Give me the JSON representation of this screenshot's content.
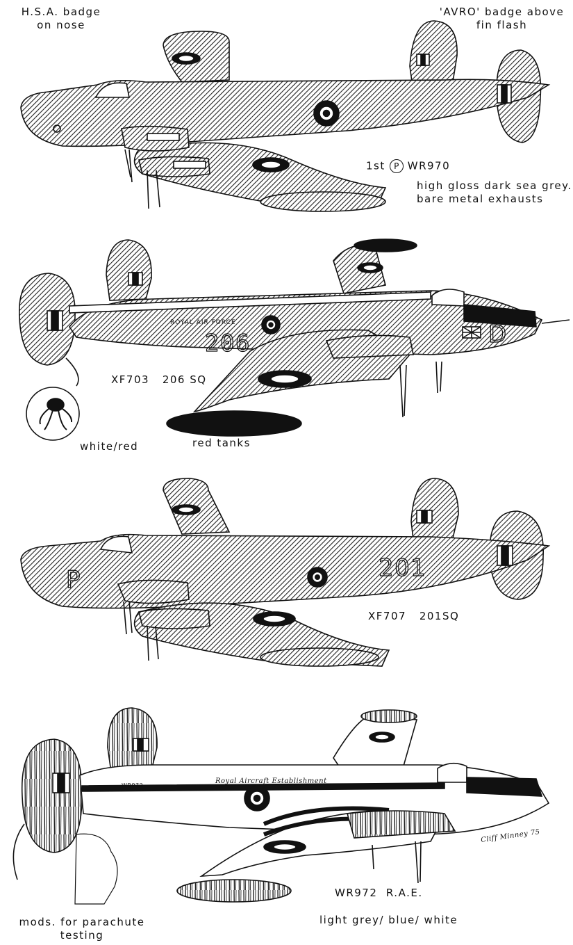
{
  "colors": {
    "ink": "#111111",
    "paper": "#ffffff",
    "hatch": "#222222"
  },
  "aircraft": [
    {
      "notes": {
        "nose": "H.S.A. badge\non nose",
        "fin": "'AVRO' badge above\nfin flash"
      },
      "ordinal": "1st",
      "badge_letter": "P",
      "serial": "WR970",
      "scheme": "high gloss dark sea grey.\nbare metal exhausts"
    },
    {
      "serial_squadron": "XF703   206 SQ",
      "fuselage_code": "206",
      "fuselage_title": "ROYAL AIR FORCE",
      "letter": "D",
      "badge_colors": "white/red",
      "tanks_note": "red tanks"
    },
    {
      "serial_squadron": "XF707   201SQ",
      "fuselage_code": "201",
      "letter": "P"
    },
    {
      "fuselage_title": "Royal Aircraft Establishment",
      "serial_small": "WR972",
      "serial_unit": "WR972  R.A.E.",
      "scheme": "light grey/ blue/ white",
      "mods_note": "mods. for parachute\ntesting"
    }
  ],
  "artist_signature": "Cliff Minney 75"
}
